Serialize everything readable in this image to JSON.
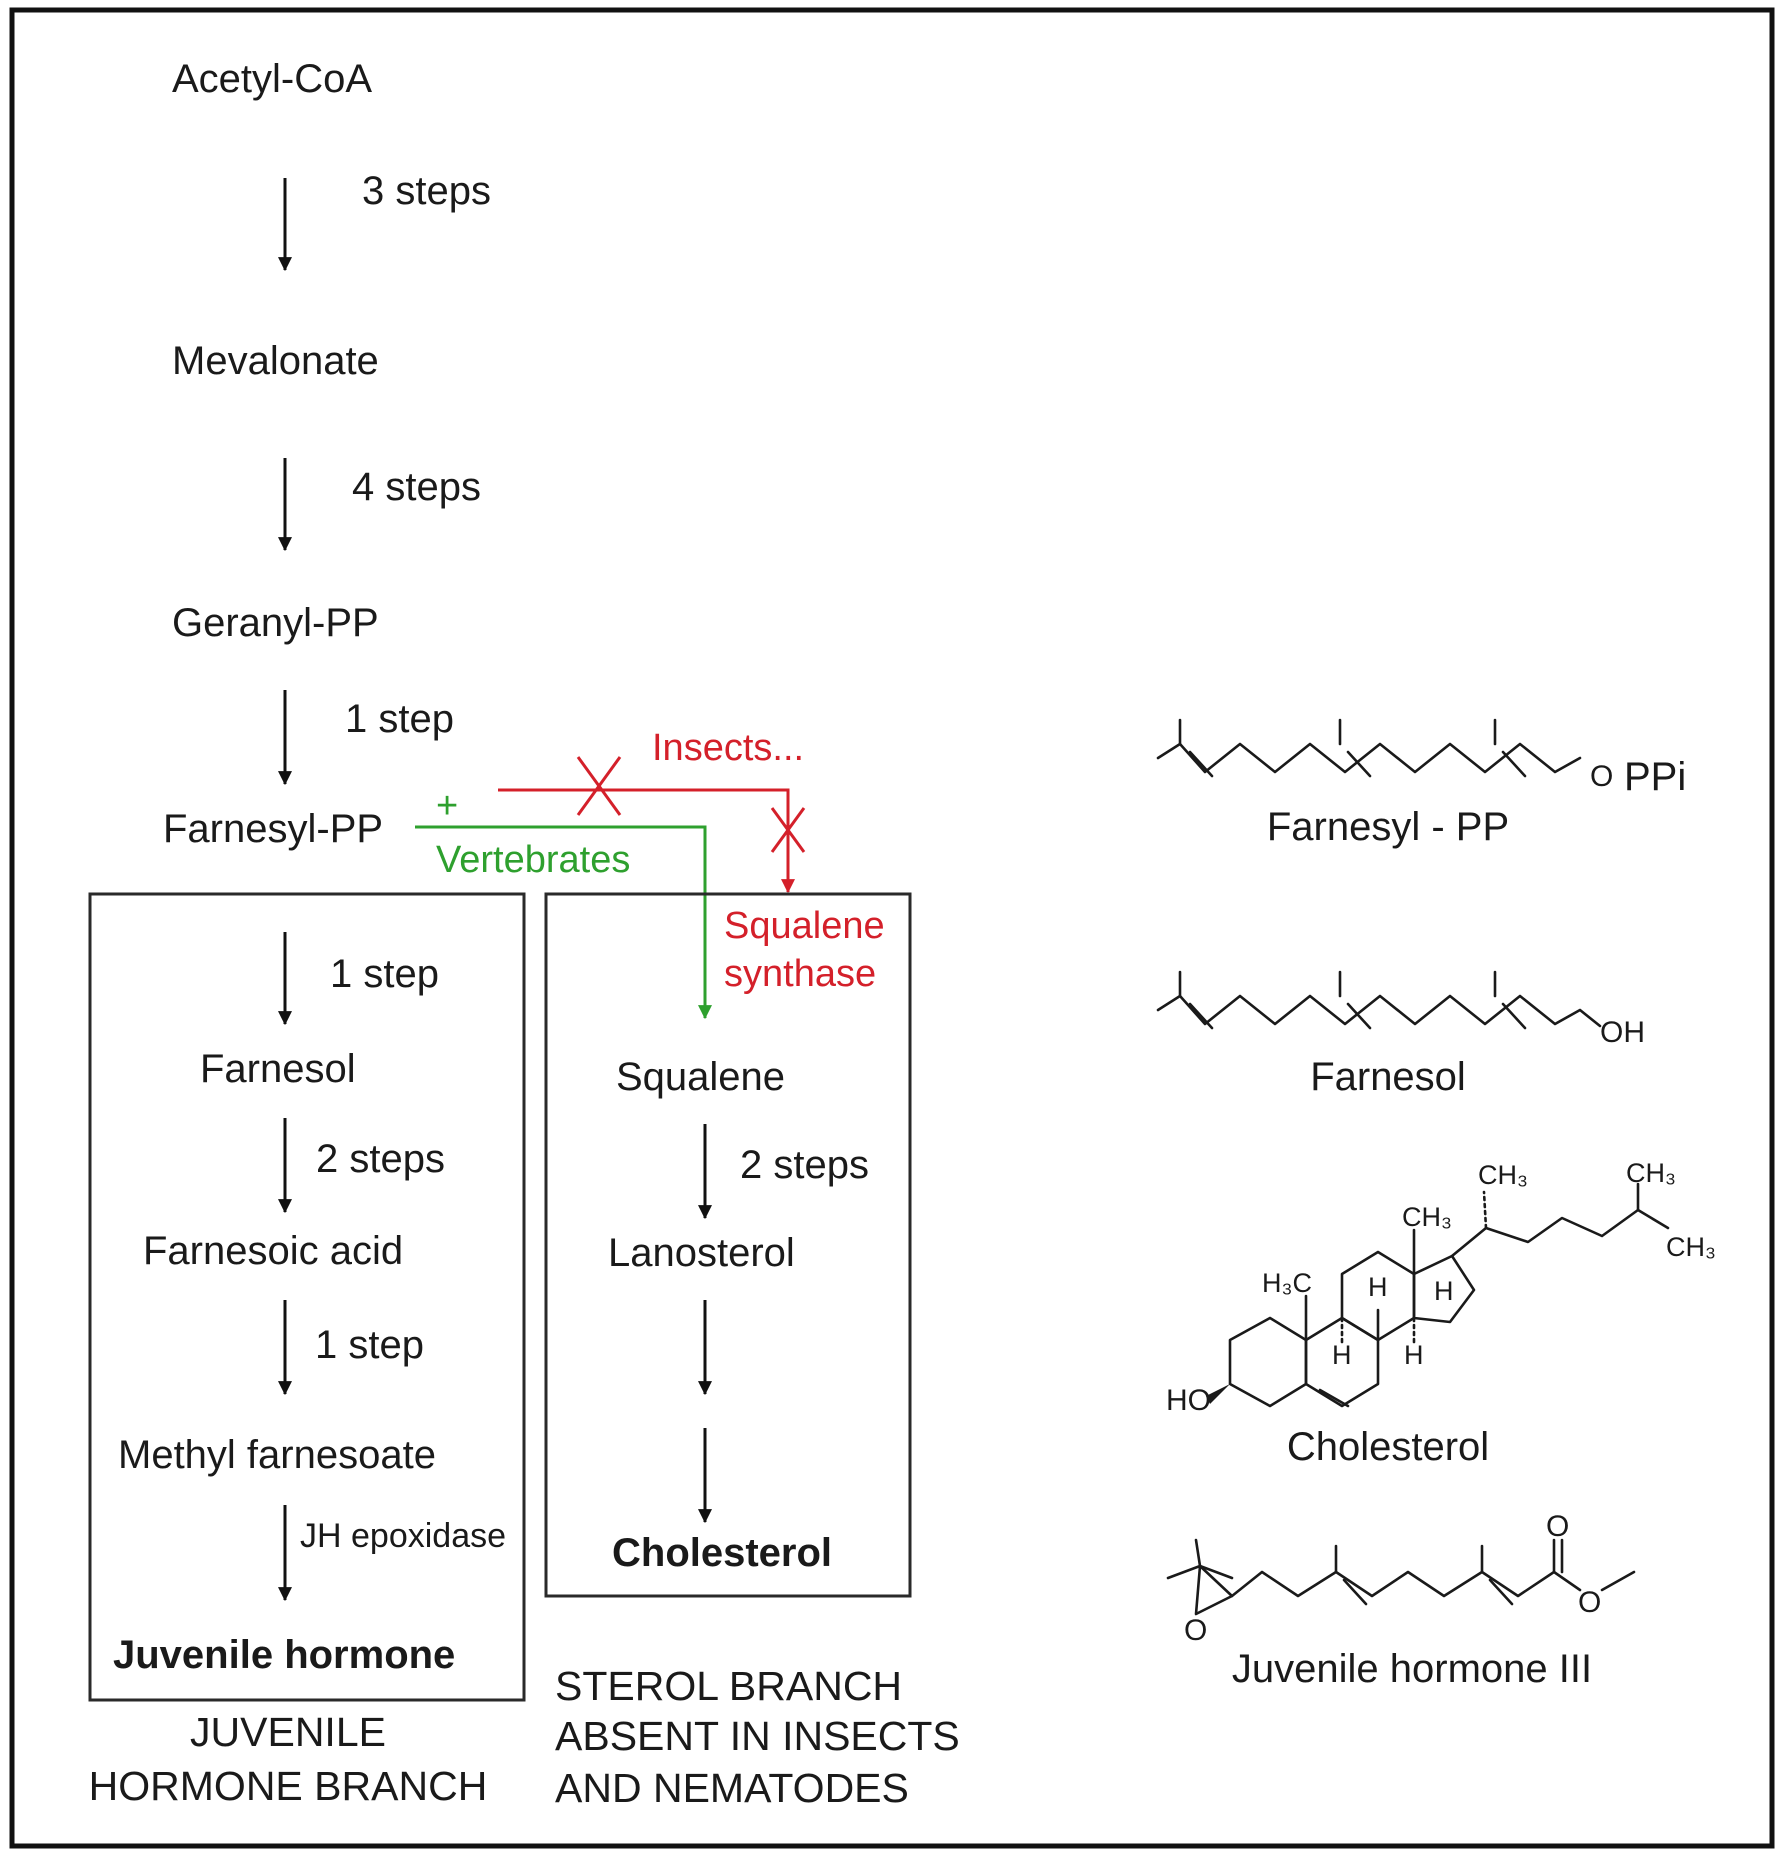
{
  "main_pathway": {
    "nodes": [
      "Acetyl-CoA",
      "Mevalonate",
      "Geranyl-PP",
      "Farnesyl-PP"
    ],
    "steps": [
      "3 steps",
      "4 steps",
      "1 step"
    ]
  },
  "branch_point": {
    "green_plus": "+",
    "green_label": "Vertebrates",
    "red_label": "Insects...",
    "colors": {
      "green": "#2ea02e",
      "red": "#d4202a"
    }
  },
  "jh_branch": {
    "nodes": [
      "Farnesol",
      "Farnesoic acid",
      "Methyl farnesoate",
      "Juvenile hormone"
    ],
    "steps": [
      "1 step",
      "2 steps",
      "1 step",
      "JH epoxidase"
    ],
    "caption_line1": "JUVENILE",
    "caption_line2": "HORMONE BRANCH"
  },
  "sterol_branch": {
    "enzyme_line1": "Squalene",
    "enzyme_line2": "synthase",
    "nodes": [
      "Squalene",
      "Lanosterol",
      "Cholesterol"
    ],
    "steps": [
      "2 steps"
    ],
    "caption_line1": "STEROL BRANCH",
    "caption_line2": "ABSENT IN INSECTS",
    "caption_line3": "AND NEMATODES"
  },
  "structures": {
    "farnesyl_pp": {
      "label": "Farnesyl - PP",
      "o_atom": "O",
      "ppi": "PPi"
    },
    "farnesol": {
      "label": "Farnesol",
      "oh": "OH"
    },
    "cholesterol": {
      "label": "Cholesterol",
      "ho": "HO",
      "h3c": "H₃C",
      "ch3": "CH₃",
      "h": "H"
    },
    "jh3": {
      "label": "Juvenile hormone III",
      "o": "O"
    }
  }
}
